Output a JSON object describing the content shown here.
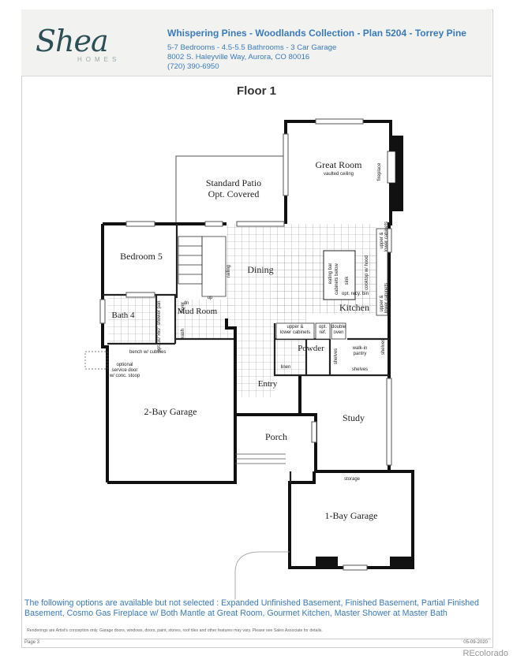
{
  "brand": {
    "script": "Shea",
    "sub": "HOMES"
  },
  "header": {
    "title": "Whispering Pines - Woodlands Collection - Plan 5204 - Torrey Pine",
    "specs": "5-7 Bedrooms - 4.5-5.5 Bathrooms - 3 Car Garage",
    "address": "8002 S. Haleyville Way, Aurora, CO 80016",
    "phone": "(720) 390-6950"
  },
  "floor_title": "Floor 1",
  "rooms": {
    "great_room": "Great Room",
    "vaulted": "vaulted ceiling",
    "fireplace": "fireplace",
    "patio_1": "Standard Patio",
    "patio_2": "Opt. Covered",
    "bedroom5": "Bedroom 5",
    "dining": "Dining",
    "kitchen": "Kitchen",
    "bath4": "Bath 4",
    "mud_room": "Mud Room",
    "powder": "Powder",
    "entry": "Entry",
    "study": "Study",
    "porch": "Porch",
    "garage2": "2-Bay Garage",
    "garage1": "1-Bay Garage",
    "storage": "storage"
  },
  "notes": {
    "upper_lower_1": "upper &",
    "upper_lower_2": "lower cabinets",
    "upper_right_1": "upper &",
    "upper_right_2": "lower cabinets",
    "upper_left_1": "upper &",
    "upper_left_2": "lower cabinets",
    "eating_bar": "eating bar",
    "cabinets_below": "cabinets below",
    "sink": "sink",
    "cooktop": "cooktop w/ hood",
    "opt_recy": "opt. recy. bin",
    "opt_ref_1": "opt.",
    "opt_ref_2": "ref.",
    "double_oven_1": "double",
    "double_oven_2": "oven",
    "walkin_1": "walk-in",
    "walkin_2": "pantry",
    "shelves": "shelves",
    "linen": "linen",
    "railing": "railing",
    "dn": "dn",
    "up": "up",
    "bench": "bench w/ cubbies",
    "service_1": "optional",
    "service_2": "service door",
    "service_3": "w/ conc. stoop",
    "shower": "opt. 30\"x60\" shower pan",
    "dryer": "dryer",
    "washer": "wash"
  },
  "options_text": "The following options are available but not selected : Expanded Unfinished Basement, Finished Basement, Partial Finished Basement, Cosmo Gas Fireplace w/ Both Mantle at Great Room, Gourmet Kitchen, Master Shower at Master Bath",
  "disclaimer": "Renderings are Artist's conception only. Garage doors, windows, doors, paint, stones, roof tiles and other features may vary. Please see Sales Associate for details.",
  "page": "Page 3",
  "date": "05-09-2020",
  "watermark": "REcolorado",
  "colors": {
    "accent_blue": "#3a7ab8",
    "header_bg": "#f2f3f1",
    "logo": "#2c4f56"
  }
}
